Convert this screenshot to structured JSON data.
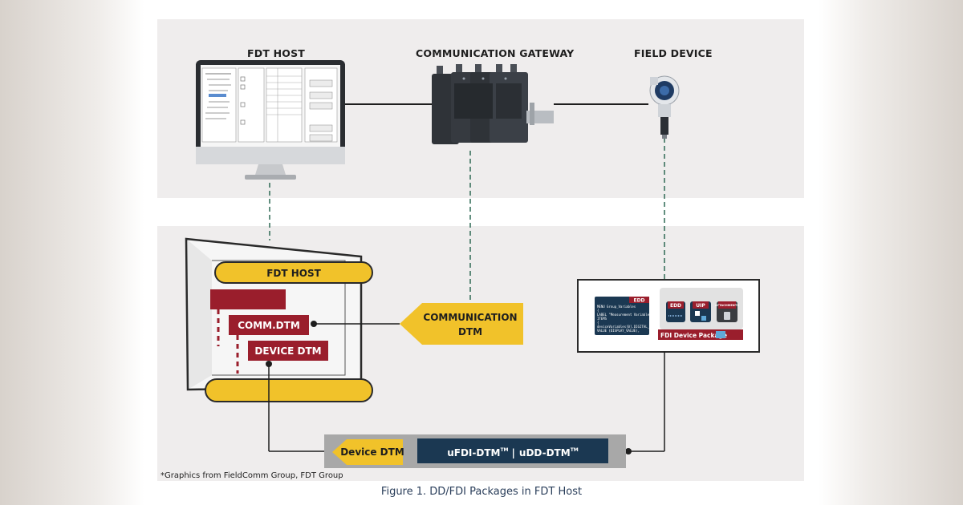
{
  "top_labels": {
    "fdt_host": "FDT HOST",
    "gateway": "COMMUNICATION GATEWAY",
    "field_device": "FIELD DEVICE"
  },
  "frame": {
    "fdt_host_banner": "FDT HOST",
    "comm_dtm": "COMM.DTM",
    "device_dtm": "DEVICE DTM"
  },
  "comm_arrow": {
    "line1": "COMMUNICATION",
    "line2": "DTM"
  },
  "fdi_package": {
    "edd_tag": "EDD",
    "code_lines": [
      "MENU Group_Variables",
      "{",
      "  LABEL \"Measurement Variables\";",
      "  ITEMS",
      "  {",
      "    deviceVariables[0].DIGITAL_",
      "    VALUE (DISPLAY_VALUE),"
    ],
    "file_tags": [
      "EDD",
      "UIP",
      "ATTACHMENTS"
    ],
    "package_label": "FDI Device Package"
  },
  "bottom_bar": {
    "device_dtm": "Device DTM",
    "ufdi": "uFDI-DTM",
    "udd": "uDD-DTM",
    "tm": "TM",
    "separator": "|"
  },
  "credit": "*Graphics from FieldComm Group, FDT Group",
  "caption": "Figure 1. DD/FDI Packages in FDT Host",
  "colors": {
    "maroon": "#9a1e2c",
    "yellow": "#f1c22a",
    "navy": "#1b3852",
    "panel_gray": "#efeded"
  }
}
